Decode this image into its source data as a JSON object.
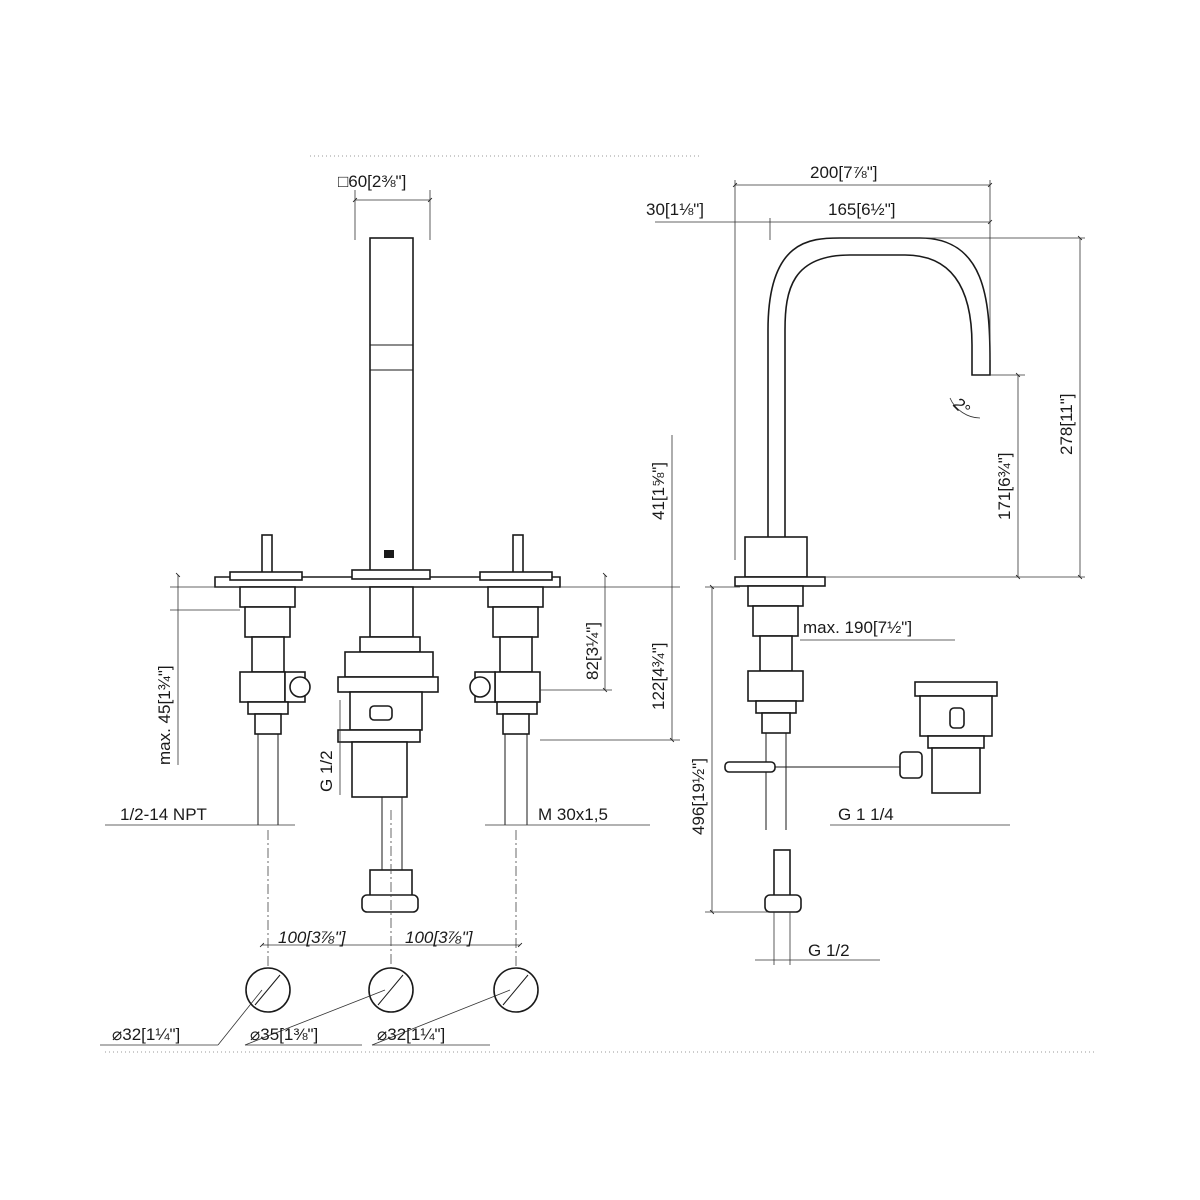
{
  "dimensions": {
    "square_60": "□60[2⅜\"]",
    "width_200": "200[7⅞\"]",
    "offset_30": "30[1⅛\"]",
    "reach_165": "165[6½\"]",
    "height_278": "278[11\"]",
    "height_171": "171[6¾\"]",
    "angle_2": "2°",
    "h_41": "41[1⅝\"]",
    "max_45": "max. 45[1¾\"]",
    "h_82": "82[3¼\"]",
    "h_122": "122[4¾\"]",
    "h_496": "496[19½\"]",
    "max_190": "max. 190[7½\"]",
    "spacing_left": "100[3⅞\"]",
    "spacing_right": "100[3⅞\"]",
    "dia_32_left": "⌀32[1¼\"]",
    "dia_35": "⌀35[1⅜\"]",
    "dia_32_right": "⌀32[1¼\"]"
  },
  "threads": {
    "npt": "1/2-14 NPT",
    "g12_center": "G 1/2",
    "m30": "M 30x1,5",
    "g114": "G 1 1/4",
    "g12_supply": "G 1/2"
  }
}
